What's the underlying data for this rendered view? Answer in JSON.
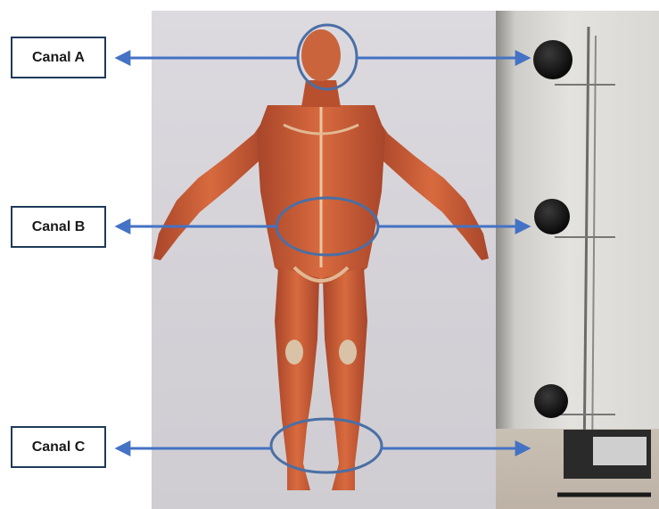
{
  "channels": [
    {
      "label": "Canal A",
      "body_region": "head"
    },
    {
      "label": "Canal B",
      "body_region": "abdomen"
    },
    {
      "label": "Canal C",
      "body_region": "ankles"
    }
  ],
  "colors": {
    "arrow": "#4472c4",
    "ellipse_outline": "#4a6fa5",
    "box_border": "#1f3a5a",
    "muscle": "#c0552e",
    "sensor_globe": "#111111"
  },
  "images": {
    "left": "anatomical-muscle-figure",
    "right": "vertical-sensor-mast-photo"
  }
}
